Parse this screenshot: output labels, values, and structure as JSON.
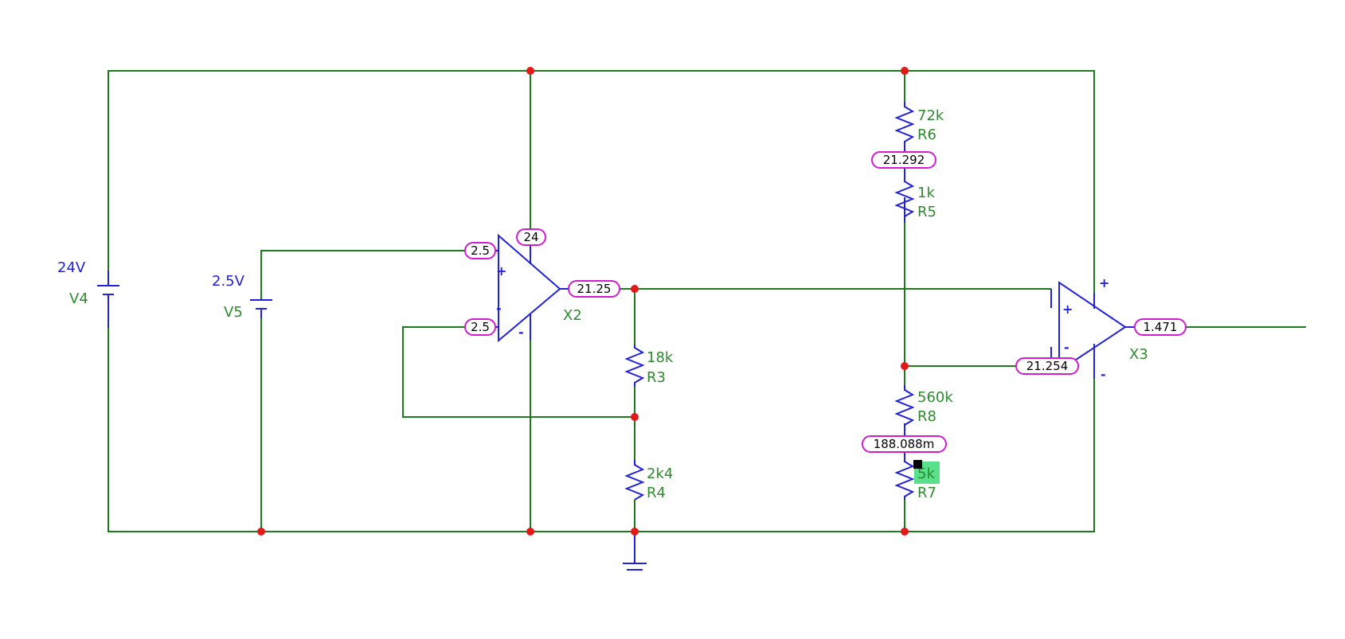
{
  "sources": {
    "v4": {
      "value": "24V",
      "name": "V4"
    },
    "v5": {
      "value": "2.5V",
      "name": "V5"
    }
  },
  "opamps": {
    "x2": {
      "name": "X2"
    },
    "x3": {
      "name": "X3"
    }
  },
  "resistors": {
    "r3": {
      "value": "18k",
      "name": "R3"
    },
    "r4": {
      "value": "2k4",
      "name": "R4"
    },
    "r5": {
      "value": "1k",
      "name": "R5"
    },
    "r6": {
      "value": "72k",
      "name": "R6"
    },
    "r7": {
      "value": "5k",
      "name": "R7"
    },
    "r8": {
      "value": "560k",
      "name": "R8"
    }
  },
  "probes": {
    "x2_plus": "2.5",
    "x2_minus": "2.5",
    "x2_supply": "24",
    "x2_out": "21.25",
    "r6_r5": "21.292",
    "x3_minus": "21.254",
    "x3_out": "1.471",
    "r8_r7": "188.088m"
  },
  "pin_signs": {
    "plus": "+",
    "minus": "-"
  },
  "colors": {
    "wire": "#1f7a1f",
    "component": "#2222dd",
    "node": "#e41818",
    "probe_border": "#d21cd2",
    "selection_highlight": "#58e08a"
  }
}
